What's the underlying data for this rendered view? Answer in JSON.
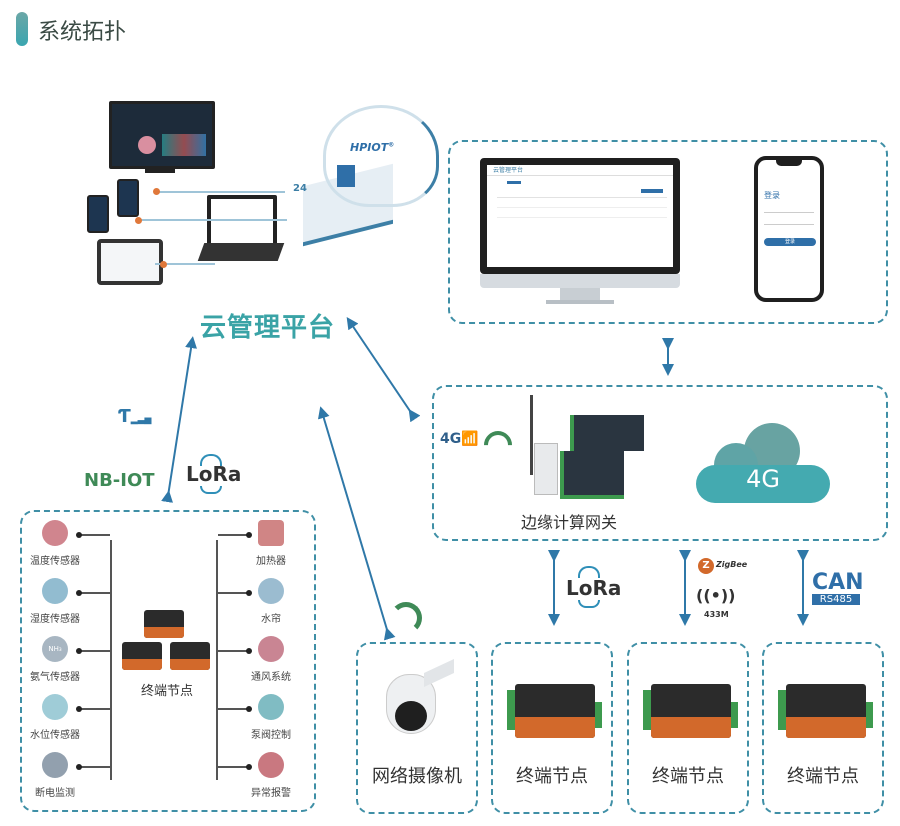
{
  "header": {
    "title": "系统拓扑"
  },
  "cloud_platform": {
    "label": "云管理平台",
    "brand": "HPIOT",
    "brand_mark": "®",
    "badge": "24"
  },
  "client_box": {
    "web_app_title": "云管理平台",
    "phone_login_title": "登录",
    "phone_login_button": "登录"
  },
  "gateway_box": {
    "label": "边缘计算网关",
    "signal_label": "4G",
    "cloud_label": "4G"
  },
  "uplinks": {
    "nbiot": "NB-IOT",
    "lora": "LoRa"
  },
  "downlinks": {
    "lora": "LoRa",
    "zigbee": "ZigBee",
    "rf433": "433M",
    "can": "CAN",
    "rs485": "RS485"
  },
  "sensor_box": {
    "center_label": "终端节点",
    "left_items": [
      {
        "label": "温度传感器",
        "icon": "thermometer-icon"
      },
      {
        "label": "湿度传感器",
        "icon": "humidity-gauge-icon"
      },
      {
        "label": "氨气传感器",
        "icon": "ammonia-sensor-icon",
        "icon_text": "NH₃"
      },
      {
        "label": "水位传感器",
        "icon": "water-level-icon"
      },
      {
        "label": "断电监测",
        "icon": "power-plug-icon"
      }
    ],
    "right_items": [
      {
        "label": "加热器",
        "icon": "heater-icon"
      },
      {
        "label": "水帘",
        "icon": "water-curtain-icon"
      },
      {
        "label": "通风系统",
        "icon": "fan-icon"
      },
      {
        "label": "泵阀控制",
        "icon": "pump-valve-icon"
      },
      {
        "label": "异常报警",
        "icon": "alarm-bolt-icon"
      }
    ]
  },
  "bottom_nodes": [
    {
      "label": "网络摄像机",
      "type": "camera"
    },
    {
      "label": "终端节点",
      "type": "terminal"
    },
    {
      "label": "终端节点",
      "type": "terminal"
    },
    {
      "label": "终端节点",
      "type": "terminal"
    }
  ],
  "colors": {
    "accent_teal": "#3aa3a6",
    "arrow_blue": "#2f78a8",
    "dash_border": "#3f8fa6",
    "nbiot_green": "#3f8a57",
    "device_orange": "#d2692b",
    "can_blue": "#2f6fa8"
  }
}
